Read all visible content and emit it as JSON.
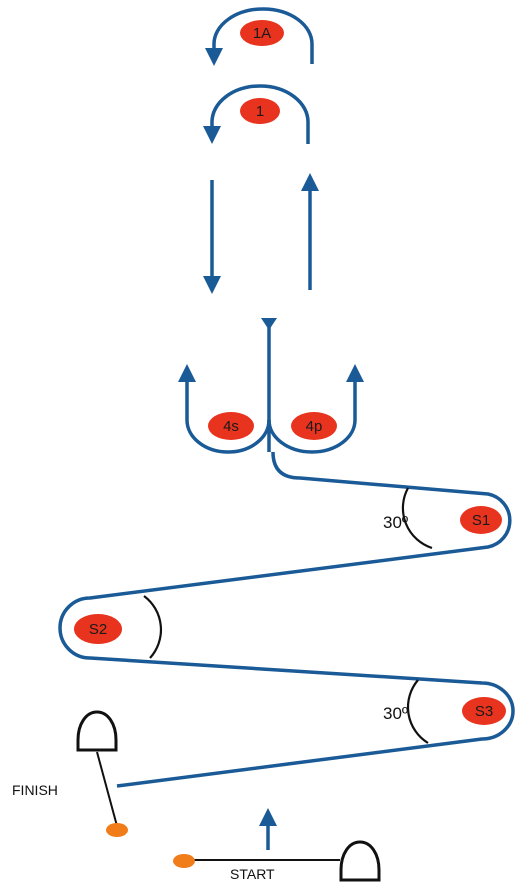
{
  "marks": {
    "m1a": "1A",
    "m1": "1",
    "m4s": "4s",
    "m4p": "4p",
    "s1": "S1",
    "s2": "S2",
    "s3": "S3"
  },
  "angles": {
    "upper": "30º",
    "lower": "30º"
  },
  "labels": {
    "finish": "FINISH",
    "start": "START"
  },
  "colors": {
    "route": "#1a5a96",
    "mark": "#e8331e",
    "buoy": "#f07c1a"
  }
}
